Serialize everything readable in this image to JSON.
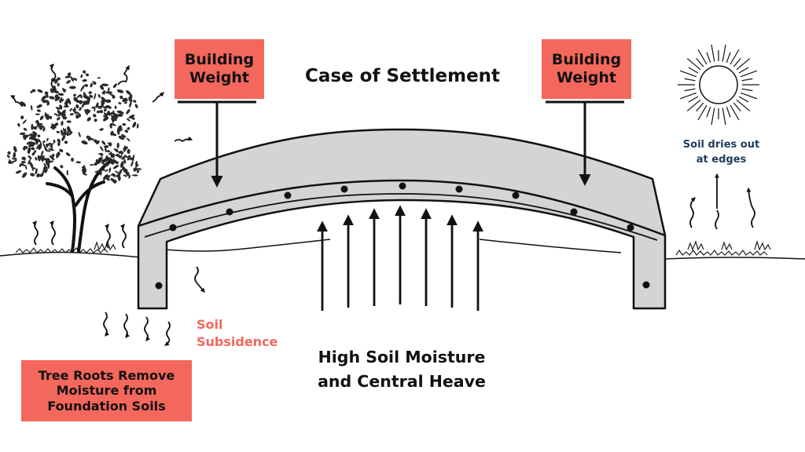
{
  "diagram": {
    "title": "Case of Settlement",
    "load_label_left": "Building\nWeight",
    "load_label_right": "Building\nWeight",
    "tree_roots_label": "Tree Roots Remove\nMoisture from\nFoundation Soils",
    "subsidence_label": "Soil\nSubsidence",
    "heave_label": "High Soil Moisture\nand Central Heave",
    "drying_label": "Soil dries out\nat edges"
  },
  "colors": {
    "highlight_box": "#f4675c",
    "subsidence_text": "#f4675c",
    "drying_text": "#1f3b5c",
    "slab_fill": "#d4d4d4",
    "ink": "#111111"
  },
  "icons": {
    "sun": "sun-icon",
    "tree": "tree-icon",
    "moisture_arrow": "wavy-arrow-icon",
    "heave_arrow": "up-arrow-icon",
    "load_arrow": "down-arrow-icon"
  }
}
